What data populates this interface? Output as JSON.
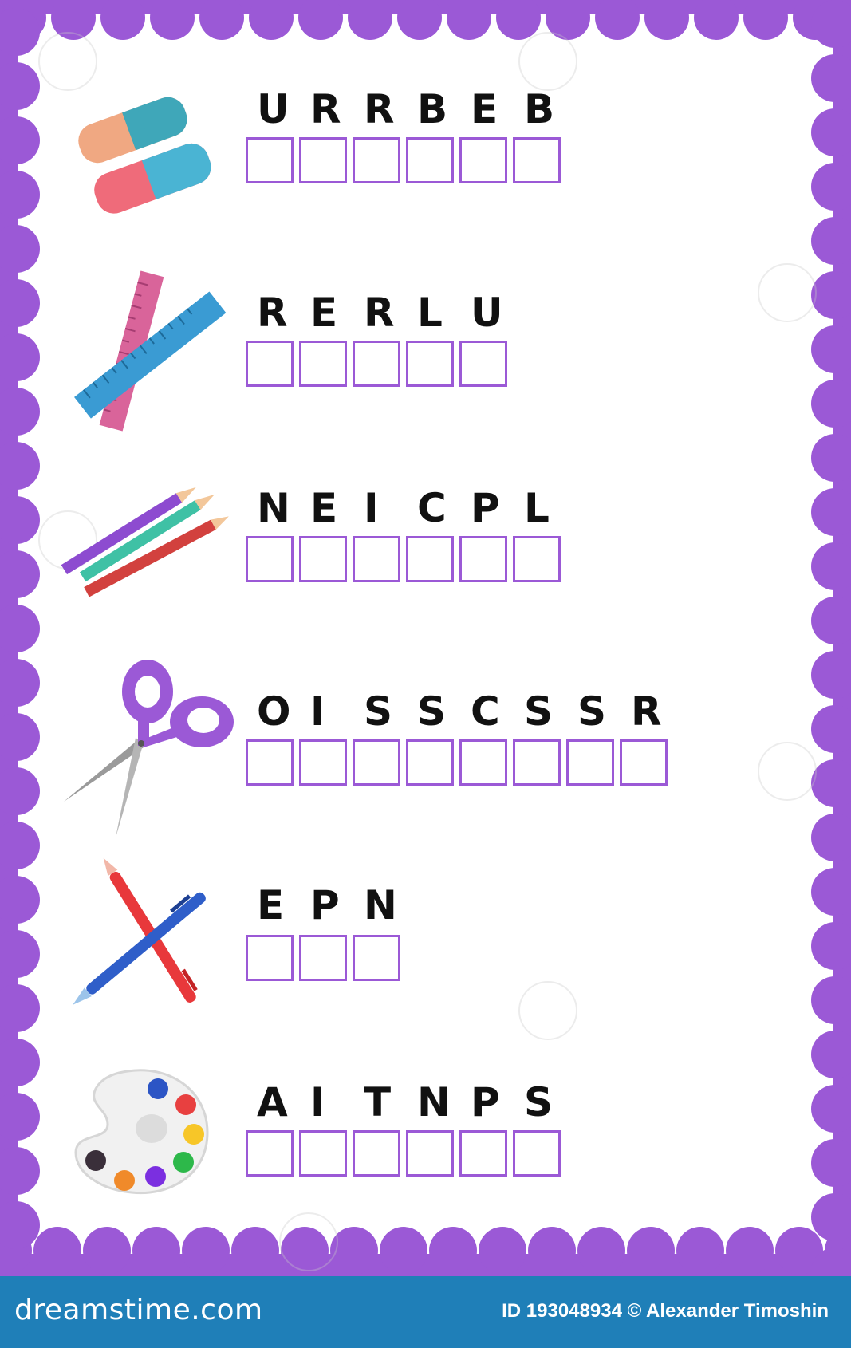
{
  "puzzles": [
    {
      "id": "eraser",
      "icon": "eraser-icon",
      "letters": [
        "U",
        "R",
        "R",
        "B",
        "E",
        "B"
      ],
      "box_count": 6
    },
    {
      "id": "ruler",
      "icon": "ruler-icon",
      "letters": [
        "R",
        "E",
        "R",
        "L",
        "U"
      ],
      "box_count": 5
    },
    {
      "id": "pencil",
      "icon": "pencil-icon",
      "letters": [
        "N",
        "E",
        "I",
        "C",
        "P",
        "L"
      ],
      "box_count": 6
    },
    {
      "id": "scissors",
      "icon": "scissors-icon",
      "letters": [
        "O",
        "I",
        "S",
        "S",
        "C",
        "S",
        "S",
        "R"
      ],
      "box_count": 8
    },
    {
      "id": "pen",
      "icon": "pen-icon",
      "letters": [
        "E",
        "P",
        "N"
      ],
      "box_count": 3
    },
    {
      "id": "paints",
      "icon": "palette-icon",
      "letters": [
        "A",
        "I",
        "T",
        "N",
        "P",
        "S"
      ],
      "box_count": 6
    }
  ],
  "footer": {
    "brand": "dreamstime.com",
    "credit": "ID 193048934 © Alexander Timoshin"
  },
  "colors": {
    "frame": "#9b59d6",
    "box_border": "#9b59d6",
    "footer_bg": "#1f7fb8"
  }
}
